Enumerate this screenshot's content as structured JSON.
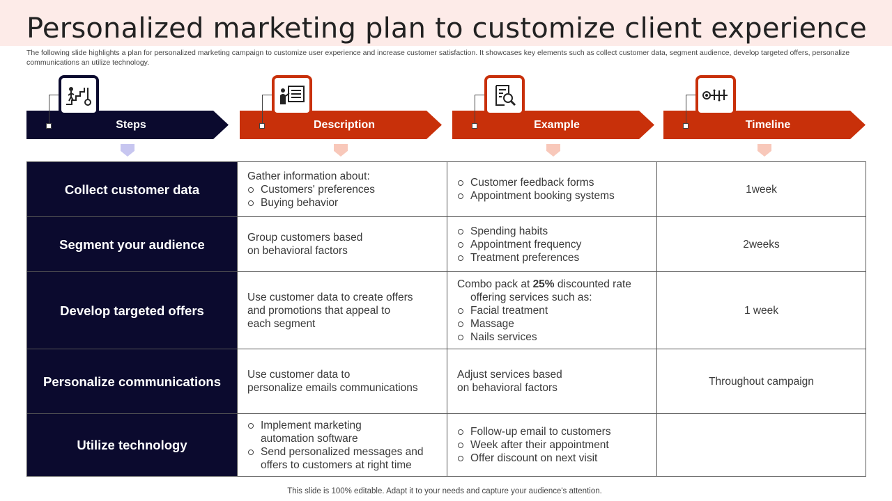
{
  "slide": {
    "title": "Personalized marketing plan to customize client experience",
    "subtitle": "The following slide highlights a plan for personalized marketing campaign to customize user experience and increase customer satisfaction. It showcases key elements such as collect customer data, segment audience, develop targeted offers, personalize communications an utilize technology.",
    "footer": "This slide is 100% editable. Adapt it to your needs and capture your audience's attention."
  },
  "headers": [
    {
      "label": "Steps",
      "icon": "stairs-person-icon"
    },
    {
      "label": "Description",
      "icon": "presentation-board-icon"
    },
    {
      "label": "Example",
      "icon": "document-search-icon"
    },
    {
      "label": "Timeline",
      "icon": "timeline-icon"
    }
  ],
  "colors": {
    "navy": "#0b0a2e",
    "accent": "#c8300a",
    "title_band": "#fdebe8"
  },
  "rows": [
    {
      "step": "Collect customer data",
      "desc_intro": "Gather information about:",
      "desc_bullets": [
        "Customers' preferences",
        "Buying behavior"
      ],
      "example_bullets": [
        "Customer feedback forms",
        "Appointment booking systems"
      ],
      "timeline": "1week"
    },
    {
      "step": "Segment your audience",
      "desc_lines": [
        "Group customers based",
        "on behavioral factors"
      ],
      "example_bullets": [
        "Spending habits",
        "Appointment frequency",
        "Treatment preferences"
      ],
      "timeline": "2weeks"
    },
    {
      "step": "Develop targeted offers",
      "desc_lines": [
        "Use customer data to create offers",
        "and promotions that appeal to",
        "each segment"
      ],
      "example_intro_pre": "Combo pack at ",
      "example_intro_bold": "25%",
      "example_intro_post": " discounted rate",
      "example_intro_line2": "offering services such as:",
      "example_bullets": [
        "Facial treatment",
        "Massage",
        "Nails services"
      ],
      "timeline": "1 week"
    },
    {
      "step": "Personalize communications",
      "desc_lines": [
        "Use customer data to",
        "personalize emails communications"
      ],
      "example_lines": [
        "Adjust services based",
        "on behavioral factors"
      ],
      "timeline": "Throughout  campaign"
    },
    {
      "step": "Utilize technology",
      "desc_bullets": [
        {
          "l1": "Implement marketing",
          "l2": "automation software"
        },
        {
          "l1": "Send personalized messages and",
          "l2": "offers to customers at right time"
        }
      ],
      "example_bullets": [
        "Follow-up email to customers",
        "Week after their appointment",
        "Offer discount on next visit"
      ],
      "timeline": ""
    }
  ]
}
